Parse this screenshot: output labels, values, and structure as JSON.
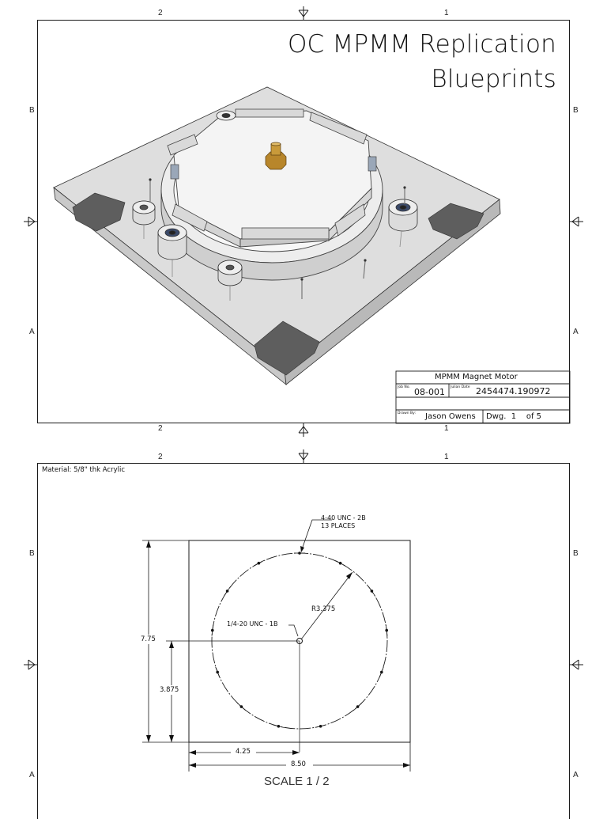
{
  "sheet1": {
    "title_line1": "OC MPMM Replication",
    "title_line2": "Blueprints",
    "zones": {
      "top_left": "2",
      "top_right": "1",
      "left_upper": "B",
      "left_lower": "A"
    },
    "title_block": {
      "drawing_name": "MPMM Magnet Motor",
      "job_no_label": "Job No.",
      "job_no": "08-001",
      "julian_date_label": "Julian Date",
      "julian_date": "2454474.190972",
      "drawn_by_label": "Drawn By:",
      "drawn_by": "Jason Owens",
      "dwg": "Dwg.  1    of 5"
    }
  },
  "sheet2": {
    "material_note": "Material: 5/8\" thk Acrylic",
    "callout_tap_line1": "4-40 UNC - 2B",
    "callout_tap_line2": "13 PLACES",
    "callout_center": "1/4-20 UNC - 1B",
    "radius_label": "R3.375",
    "height_label": "7.75",
    "half_height_label": "3.875",
    "half_width_label": "4.25",
    "width_label": "8.50",
    "scale_label": "SCALE 1 / 2",
    "zones": {
      "top_left": "2",
      "top_right": "1",
      "left_upper": "B",
      "left_lower": "A"
    }
  },
  "colors": {
    "line": "#1a1a1a",
    "acrylic": "#d6d6d6",
    "foot": "#5e5e5e",
    "brass": "#b8862b"
  }
}
